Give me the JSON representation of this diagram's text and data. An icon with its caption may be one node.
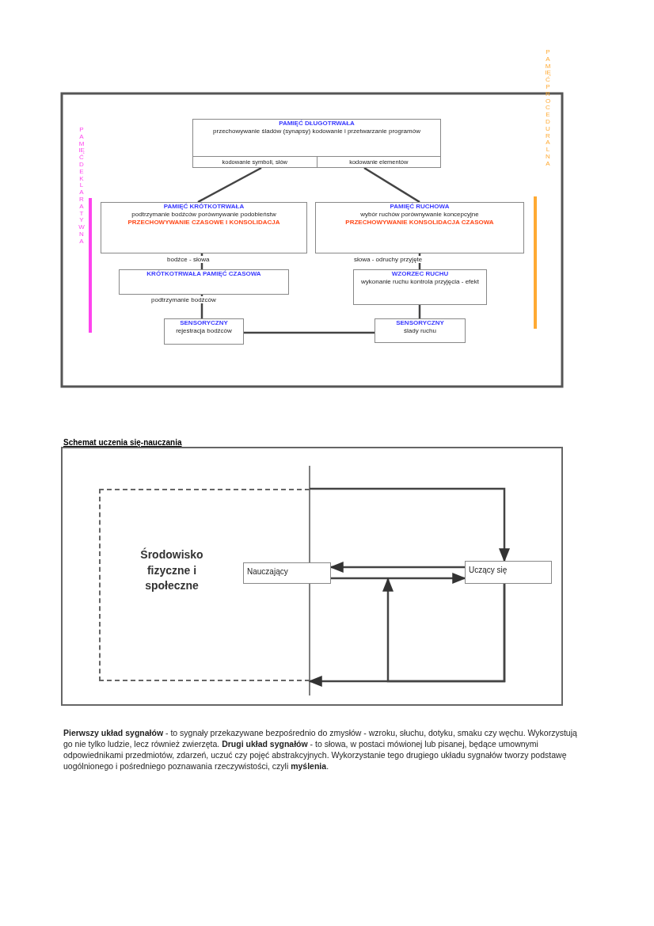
{
  "diagram": {
    "title": "Schemat uczenia się-nauczania",
    "nodes": [
      {
        "text": [
          "PAMIĘĆ DŁUGOTRWAŁA",
          "przechowywanie śladów (synapsy) kodowanie i przetwarzanie programów",
          "kodowanie symboli, słów",
          "kodowanie elementów"
        ]
      },
      {
        "text": [
          "PAMIĘĆ KRÓTKOTRWAŁA",
          "podtrzymanie bodźców porównywanie podobieństw",
          "PRZECHOWYWANIE CZASOWE I KONSOLIDACJA"
        ]
      },
      {
        "text": [
          "KRÓTKOTRWAŁA PAMIĘĆ CZASOWA"
        ],
        "beside": [
          "podtrzymanie bodźców"
        ]
      },
      {
        "text": [
          "SENSORYCZNY",
          "rejestracja bodźców"
        ]
      },
      {
        "text": [
          "PAMIĘĆ RUCHOWA",
          "wybór ruchów porównywanie koncepcyjne",
          "PRZECHOWYWANIE KONSOLIDACJA CZASOWA"
        ]
      },
      {
        "text": [
          "WZORZEC RUCHU",
          "wykonanie ruchu kontrola przyjęcia - efekt"
        ]
      },
      {
        "text": [
          "SENSORYCZNY",
          "ślady ruchu"
        ]
      },
      {
        "text": [
          "Środowisko fizyczne i społeczne"
        ]
      },
      {
        "text": [
          "Nauczający"
        ]
      },
      {
        "text": [
          "Uczący się"
        ]
      }
    ],
    "edges": [
      {
        "from": 0,
        "to": 1,
        "arrow": "none"
      },
      {
        "from": 0,
        "to": 4,
        "arrow": "none"
      },
      {
        "from": 1,
        "to": 2,
        "arrow": "none",
        "label": "bodźce - słowa"
      },
      {
        "from": 2,
        "to": 3,
        "arrow": "none"
      },
      {
        "from": 3,
        "to": 6,
        "arrow": "none"
      },
      {
        "from": 4,
        "to": 5,
        "arrow": "none",
        "label": "słowa - odruchy przyjęte"
      },
      {
        "from": 5,
        "to": 6,
        "arrow": "none"
      },
      {
        "from": 9,
        "to": 8,
        "arrow": "to"
      },
      {
        "from": 8,
        "to": 9,
        "arrow": "to"
      },
      {
        "from": 7,
        "to": 9,
        "arrow": "to"
      },
      {
        "from": 9,
        "to": 7,
        "arrow": "to"
      },
      {
        "from": 9,
        "to": null,
        "arrow": "to"
      }
    ],
    "labels": [
      "PAMIĘĆ DEKLARATYWNA",
      "PAMIĘĆ PROCEDURALNA",
      "**Pierwszy układ sygnałów** - to sygnały przekazywane bezpośrednio do zmysłów - wzroku, słuchu, dotyku, smaku czy węchu. Wykorzystują go nie tylko ludzie, lecz również zwierzęta. **Drugi układ sygnałów** - to słowa, w postaci mówionej lub pisanej, będące umownymi odpowiednikami przedmiotów, zdarzeń, uczuć czy pojęć abstrakcyjnych. Wykorzystanie tego drugiego układu sygnałów tworzy podstawę uogólnionego i pośredniego poznawania rzeczywistości, czyli **myślenia**."
    ]
  }
}
